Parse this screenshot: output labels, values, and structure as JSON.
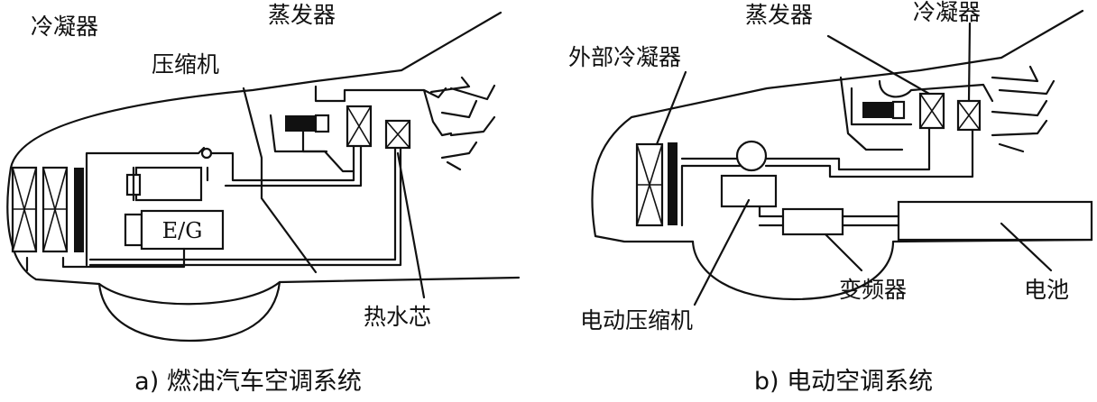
{
  "panel_a": {
    "labels": {
      "condenser": "冷凝器",
      "compressor": "压缩机",
      "evaporator": "蒸发器",
      "heater_core": "热水芯",
      "engine": "E/G"
    },
    "caption": "a) 燃油汽车空调系统"
  },
  "panel_b": {
    "labels": {
      "evaporator": "蒸发器",
      "condenser": "冷凝器",
      "external_condenser": "外部冷凝器",
      "inverter": "变频器",
      "battery": "电池",
      "electric_compressor": "电动压缩机"
    },
    "caption": "b) 电动空调系统"
  }
}
